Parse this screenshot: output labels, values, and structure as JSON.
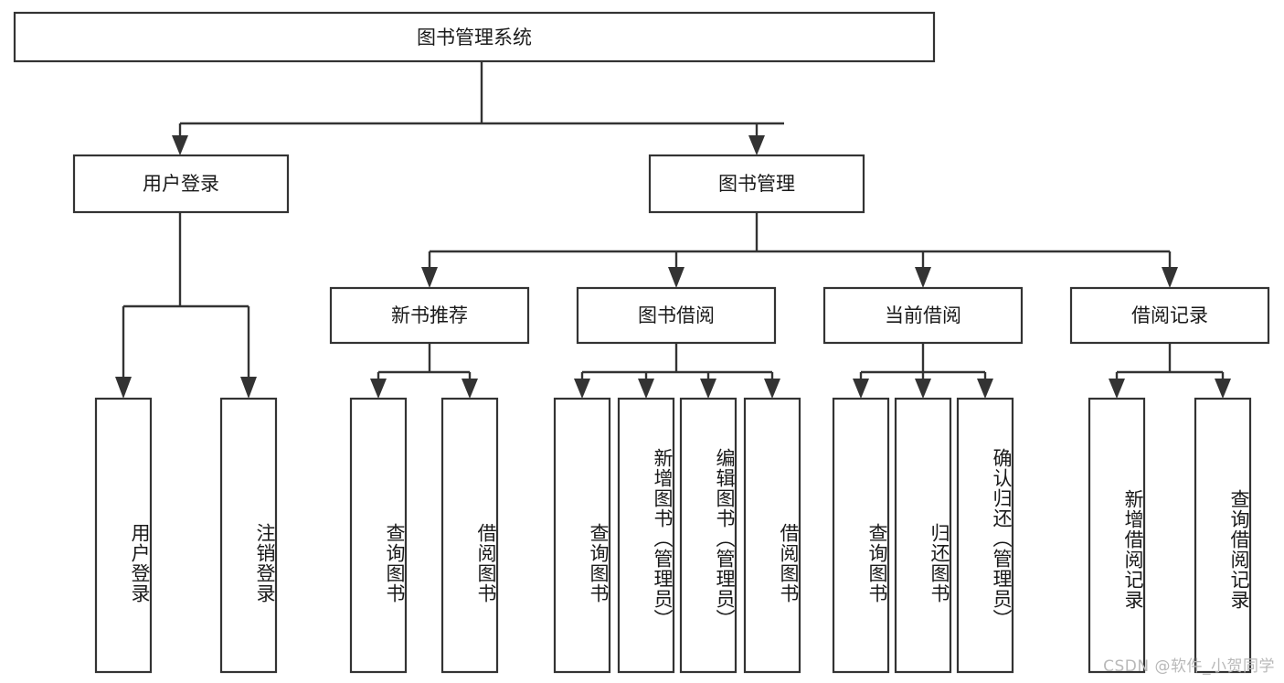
{
  "diagram": {
    "type": "tree",
    "title": "图书管理系统",
    "orientation": "top-down",
    "colors": {
      "box_stroke": "#333333",
      "box_fill": "#ffffff",
      "connector": "#333333",
      "text": "#1a1a1a",
      "background": "#ffffff",
      "watermark": "#b9b9b9"
    },
    "root": {
      "label": "图书管理系统"
    },
    "level2": [
      {
        "label": "用户登录"
      },
      {
        "label": "图书管理"
      }
    ],
    "level3": [
      {
        "label": "新书推荐"
      },
      {
        "label": "图书借阅"
      },
      {
        "label": "当前借阅"
      },
      {
        "label": "借阅记录"
      }
    ],
    "leaves": {
      "user_login": [
        {
          "label": "用户登录"
        },
        {
          "label": "注销登录"
        }
      ],
      "new_book_recommend": [
        {
          "label": "查询图书"
        },
        {
          "label": "借阅图书"
        }
      ],
      "book_borrow": [
        {
          "label": "查询图书"
        },
        {
          "label": "新增图书（管理员）"
        },
        {
          "label": "编辑图书（管理员）"
        },
        {
          "label": "借阅图书"
        }
      ],
      "current_borrow": [
        {
          "label": "查询图书"
        },
        {
          "label": "归还图书"
        },
        {
          "label": "确认归还（管理员）"
        }
      ],
      "borrow_record": [
        {
          "label": "新增借阅记录"
        },
        {
          "label": "查询借阅记录"
        }
      ]
    }
  },
  "watermark": {
    "text": "CSDN @软件_小贺同学"
  }
}
